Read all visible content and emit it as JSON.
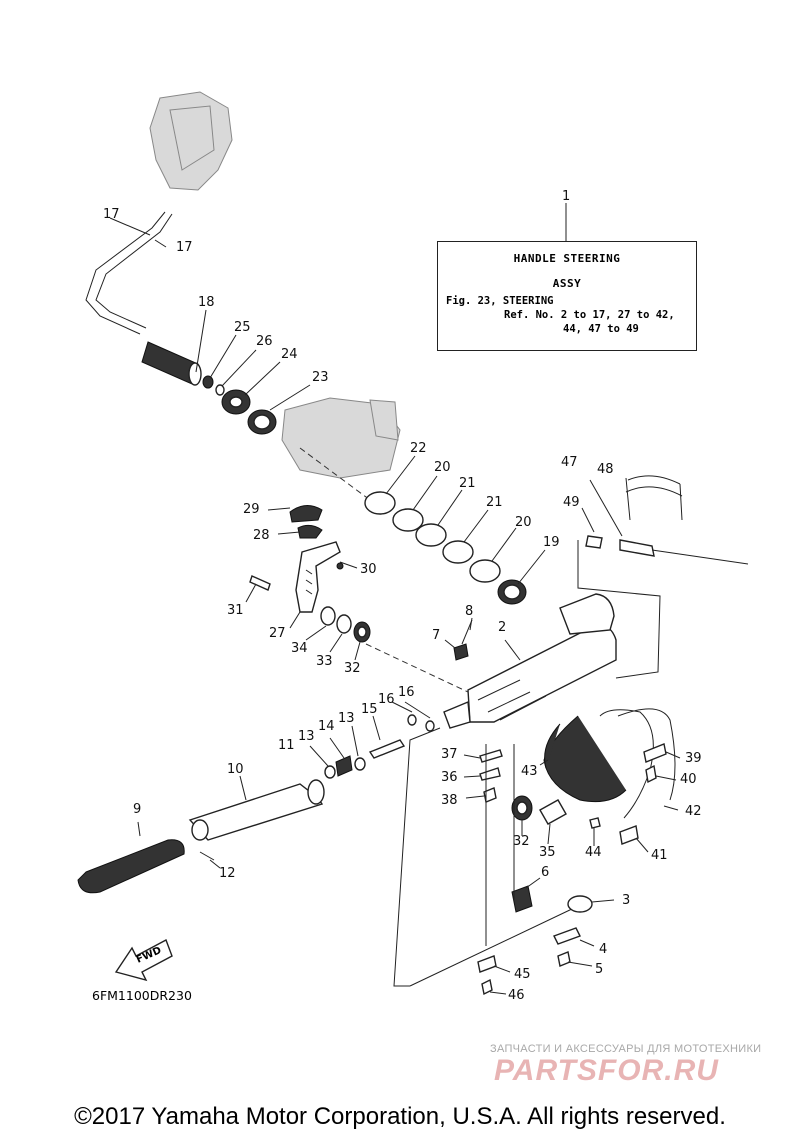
{
  "assembly_box": {
    "callout": "1",
    "title_line1": "HANDLE STEERING",
    "title_line2": "ASSY",
    "ref_line1": "Fig. 23, STEERING",
    "ref_line2": "Ref. No. 2 to 17, 27 to 42,",
    "ref_line3": "44, 47 to 49"
  },
  "callouts": {
    "c17a": "17",
    "c17b": "17",
    "c18": "18",
    "c25": "25",
    "c26": "26",
    "c24": "24",
    "c23": "23",
    "c22": "22",
    "c20a": "20",
    "c21a": "21",
    "c21b": "21",
    "c20b": "20",
    "c19": "19",
    "c47": "47",
    "c48": "48",
    "c49": "49",
    "c29": "29",
    "c28": "28",
    "c30": "30",
    "c31": "31",
    "c27": "27",
    "c34": "34",
    "c33": "33",
    "c32a": "32",
    "c8": "8",
    "c7": "7",
    "c2": "2",
    "c16a": "16",
    "c16b": "16",
    "c15": "15",
    "c13": "13",
    "c14": "14",
    "c13b": "13",
    "c11": "11",
    "c10": "10",
    "c37": "37",
    "c36": "36",
    "c38": "38",
    "c43": "43",
    "c39": "39",
    "c40": "40",
    "c42": "42",
    "c32b": "32",
    "c35": "35",
    "c44": "44",
    "c41": "41",
    "c9": "9",
    "c12": "12",
    "c6": "6",
    "c3": "3",
    "c4": "4",
    "c5": "5",
    "c45": "45",
    "c46": "46"
  },
  "fwd_label": "FWD",
  "figure_code": "6FM1100DR230",
  "watermark_text": "ЗАПЧАСТИ И АКСЕССУАРЫ ДЛЯ МОТОТЕХНИКИ",
  "watermark_logo": "PARTSFOR.RU",
  "copyright": "©2017 Yamaha Motor Corporation, U.S.A. All rights reserved."
}
